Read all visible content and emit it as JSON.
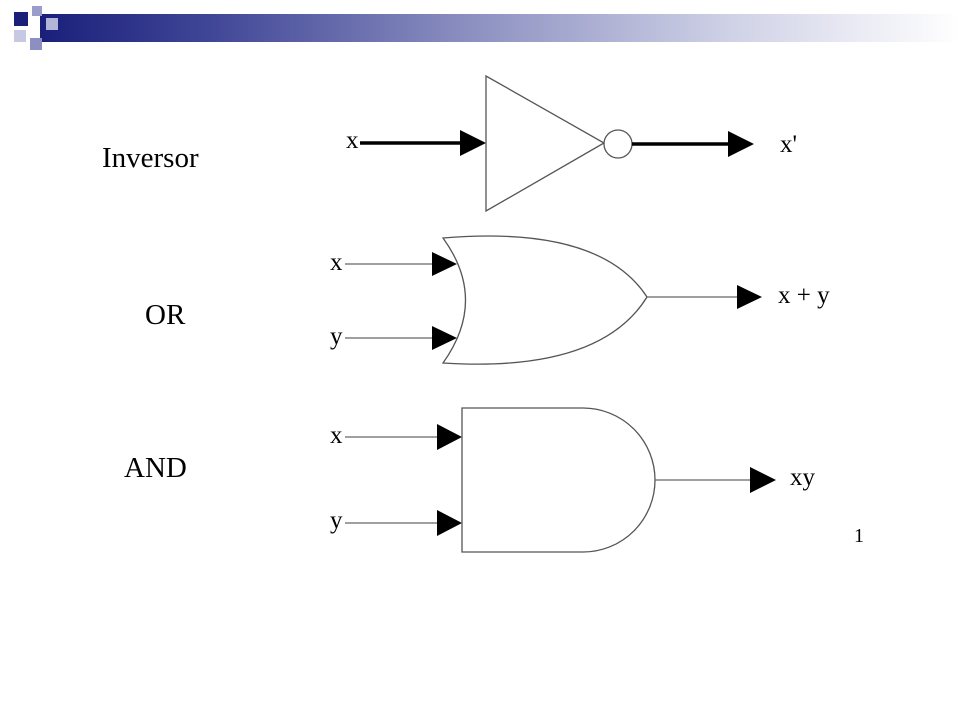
{
  "slide": {
    "accent_colors": [
      "#1a1f7a",
      "#4a4fa0",
      "#9a9ccb"
    ]
  },
  "gates": [
    {
      "type": "not",
      "label": "Inversor",
      "inputs": [
        "x"
      ],
      "output": "x'"
    },
    {
      "type": "or",
      "label": "OR",
      "inputs": [
        "x",
        "y"
      ],
      "output": "x + y"
    },
    {
      "type": "and",
      "label": "AND",
      "inputs": [
        "x",
        "y"
      ],
      "output": "xy"
    }
  ],
  "page_marker": "1"
}
